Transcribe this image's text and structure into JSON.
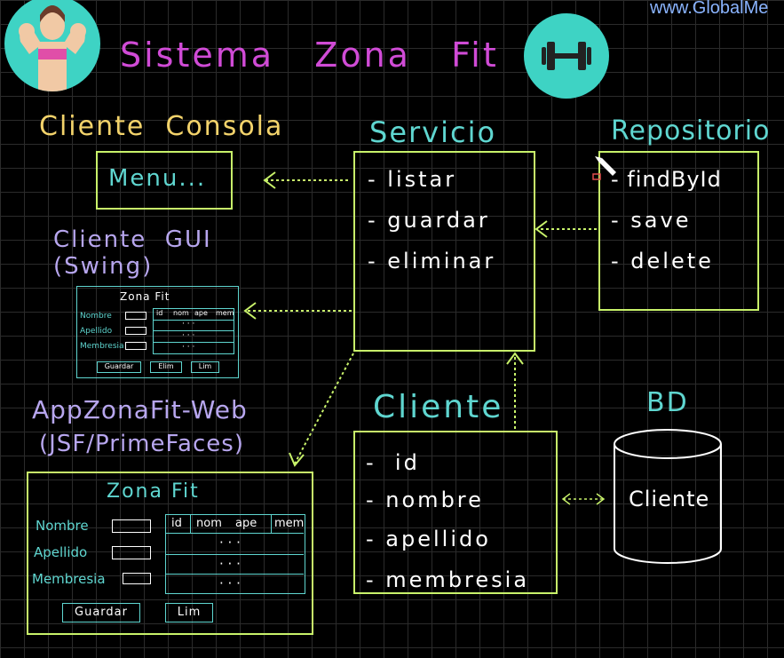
{
  "watermark": "www.GlobalMe",
  "title": "Sistema   Zona   Fit",
  "colors": {
    "title": "#d04bd6",
    "heading_yellow": "#f3d36b",
    "heading_cyan": "#5fd6d0",
    "heading_purple": "#b7a6ee",
    "box_green": "#c8f26a",
    "teal_circle": "#3ed3c4"
  },
  "icons": {
    "avatar": "fitness-woman-icon",
    "dumbbell": "dumbbell-icon",
    "pen": "pen-cursor-icon"
  },
  "consola": {
    "heading": "Cliente  Consola",
    "box_label": "Menu..."
  },
  "servicio": {
    "heading": "Servicio",
    "items": [
      "- listar",
      "- guardar",
      "- eliminar"
    ]
  },
  "repositorio": {
    "heading": "Repositorio",
    "items": [
      "- findById",
      "- save",
      "- delete"
    ]
  },
  "gui": {
    "heading1": "Cliente  GUI",
    "heading2": "(Swing)",
    "form_title": "Zona Fit",
    "fields": [
      "Nombre",
      "Apellido",
      "Membresia"
    ],
    "columns": [
      "id",
      "nom",
      "ape",
      "mem"
    ],
    "dots": [
      "· · ·",
      "· · ·",
      "· · ·"
    ],
    "buttons": [
      "Guardar",
      "Elim",
      "Lim"
    ]
  },
  "web": {
    "heading1": "AppZonaFit-Web",
    "heading2": "(JSF/PrimeFaces)",
    "form_title": "Zona Fit",
    "fields": [
      "Nombre",
      "Apellido",
      "Membresia"
    ],
    "columns": [
      "id",
      "nom",
      "ape",
      "mem"
    ],
    "dots": [
      "· · ·",
      "· · ·",
      "· · ·"
    ],
    "buttons": [
      "Guardar",
      "Lim"
    ]
  },
  "cliente": {
    "heading": "Cliente",
    "items": [
      "-  id",
      "- nombre",
      "- apellido",
      "- membresia"
    ]
  },
  "bd": {
    "heading": "BD",
    "cylinder_label": "Cliente"
  }
}
